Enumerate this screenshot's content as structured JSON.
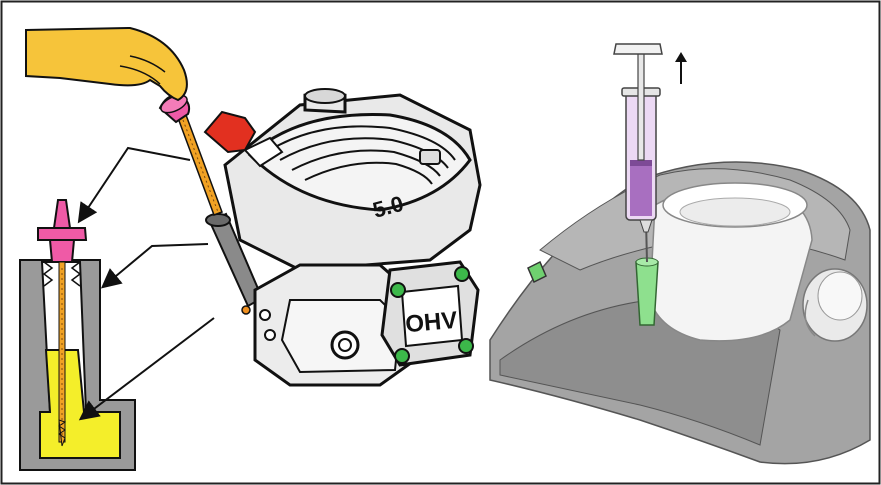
{
  "left_panel": {
    "engine_badge": "OHV",
    "engine_displacement": "5.0"
  },
  "right_panel": {
    "arrow_direction": "up"
  },
  "colors": {
    "glove": "#f6c43a",
    "cap_pink": "#ef5aa6",
    "oil_yellow": "#f4ee2a",
    "fill_cap_red": "#e23020",
    "bolt_green": "#3cb84a",
    "syringe_purple": "#a86fc0",
    "tip_green": "#8ee08e",
    "engine_gray": "#e4e4e4",
    "mower_gray": "#9a9a9a"
  },
  "icons": [
    "dipstick-icon",
    "syringe-icon",
    "up-arrow-icon",
    "glove-hand-icon"
  ]
}
